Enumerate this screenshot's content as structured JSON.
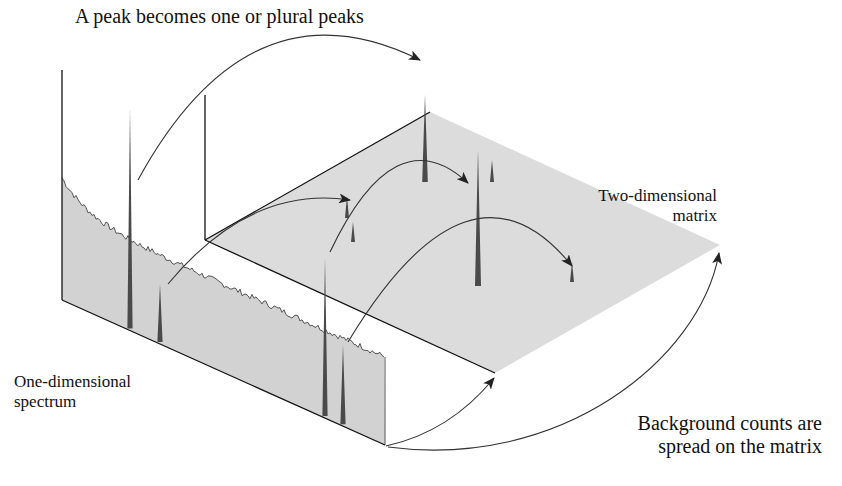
{
  "diagram": {
    "labels": [
      "A peak becomes one or plural peaks",
      "Two-dimensional matrix",
      "One-dimensional spectrum",
      "Background counts are spread on the matrix"
    ]
  }
}
